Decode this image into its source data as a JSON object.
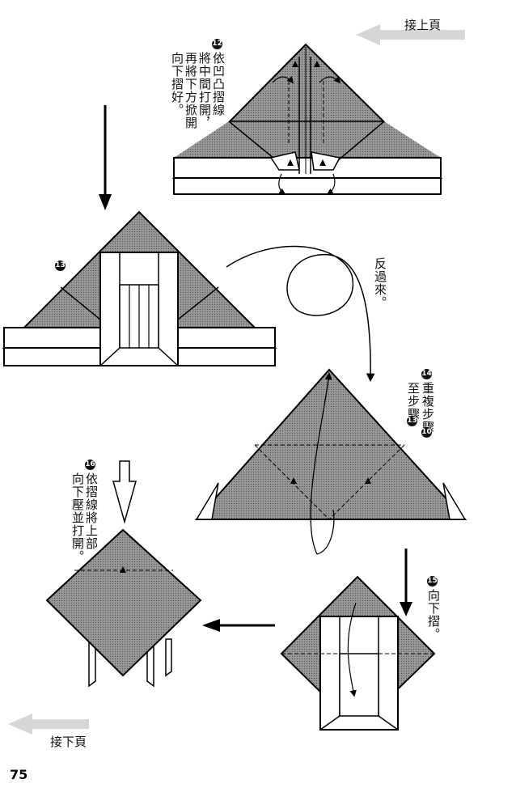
{
  "nav": {
    "prev_label": "接上頁",
    "next_label": "接下頁"
  },
  "page_number": "75",
  "steps": [
    {
      "num": "12",
      "line1": "依凹凸摺線",
      "line2": "將中間打開，",
      "line3": "再將下方掀開",
      "line4": "向下摺好。"
    },
    {
      "num": "13"
    },
    {
      "flip_text": "反過來。"
    },
    {
      "num": "14",
      "line1": "重複步驟",
      "line2": "至步驟",
      "ref_a": "10",
      "ref_b": "13"
    },
    {
      "num": "15",
      "line1": "向下摺。"
    },
    {
      "num": "16",
      "line1": "依摺線將上部",
      "line2": "向下壓並打開。"
    }
  ],
  "colors": {
    "paper_fill": "#8e8e8e",
    "paper_white": "#ffffff",
    "outline": "#000000",
    "nav_arrow": "#cfcfcf"
  }
}
